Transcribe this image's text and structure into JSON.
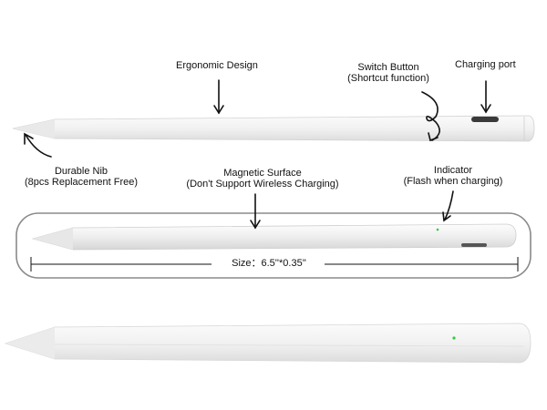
{
  "labels": {
    "ergonomic_design": "Ergonomic Design",
    "switch_button": "Switch Button",
    "switch_button_sub": "(Shortcut function)",
    "charging_port": "Charging port",
    "durable_nib": "Durable Nib",
    "durable_nib_sub": "(8pcs Replacement Free)",
    "magnetic_surface": "Magnetic Surface",
    "magnetic_surface_sub": "(Don't  Support Wireless Charging)",
    "indicator": "Indicator",
    "indicator_sub": "(Flash when charging)",
    "size": "Size：6.5''*0.35''"
  },
  "colors": {
    "pen_body": "#f3f3f3",
    "pen_shadow": "#d8d8d8",
    "port": "#3a3a3a",
    "indicator_led": "#2ecc40",
    "frame": "#8a8a8a",
    "arrow": "#111111"
  }
}
